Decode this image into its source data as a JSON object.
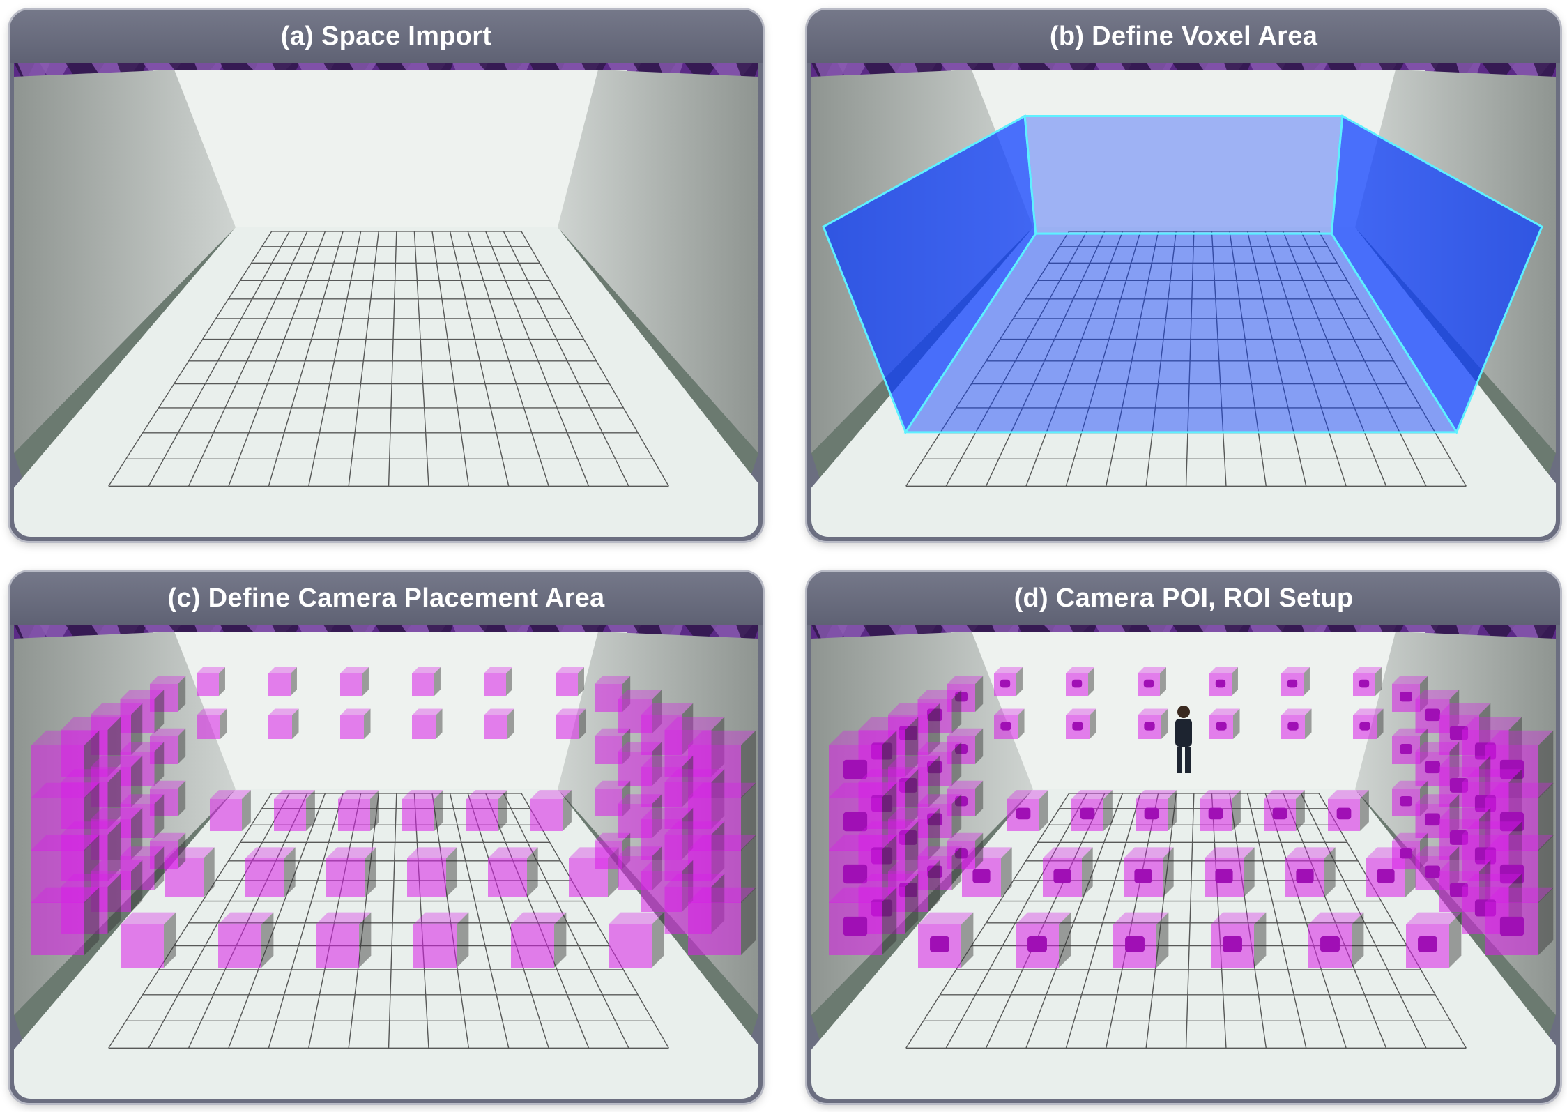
{
  "figure": {
    "panels": [
      {
        "id": "a",
        "title": "(a) Space Import"
      },
      {
        "id": "b",
        "title": "(b) Define Voxel Area"
      },
      {
        "id": "c",
        "title": "(c) Define Camera Placement Area"
      },
      {
        "id": "d",
        "title": "(d) Camera POI, ROI Setup"
      }
    ]
  },
  "colors": {
    "header": "#6b6e80",
    "voxel_fill": "#0a3cff",
    "voxel_edge": "#5ff0ff",
    "camera_area": "#d81ee8",
    "floor": "#e9efec",
    "wall": "#a7ada9",
    "crystal": "#5b2a86"
  }
}
